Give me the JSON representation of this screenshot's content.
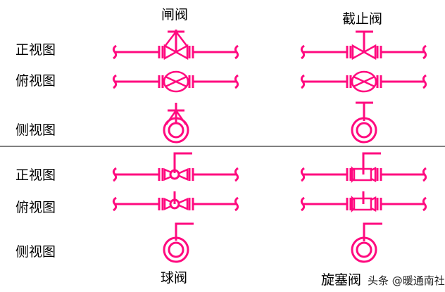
{
  "colors": {
    "symbol": "#ff0a7f",
    "divider": "#000000"
  },
  "row_labels": {
    "front": "正视图",
    "top": "俯视图",
    "side": "侧视图"
  },
  "valves": {
    "gate": {
      "name": "闸阀"
    },
    "globe": {
      "name": "截止阀"
    },
    "ball": {
      "name": "球阀"
    },
    "plug": {
      "name": "旋塞阀"
    }
  },
  "watermark": "头条 @暖通南社"
}
